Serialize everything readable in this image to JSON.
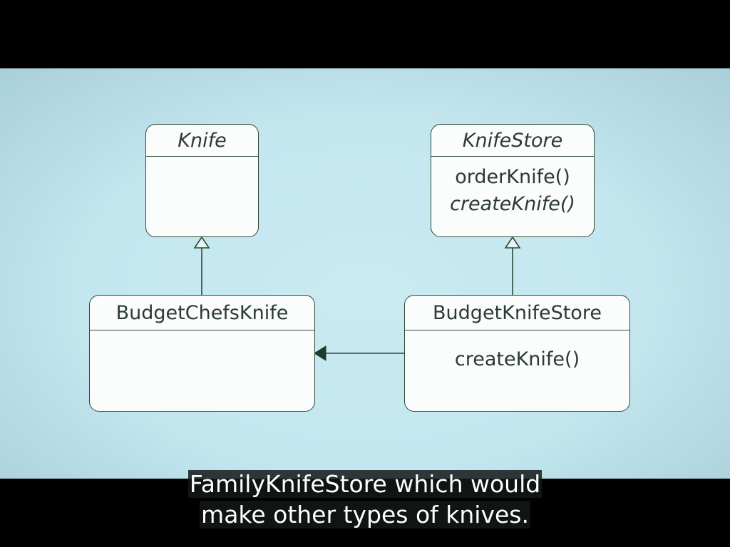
{
  "classes": {
    "knife": {
      "name": "Knife",
      "operations": []
    },
    "knife_store": {
      "name": "KnifeStore",
      "operations": [
        "orderKnife()",
        "createKnife()"
      ]
    },
    "budget_chefs_knife": {
      "name": "BudgetChefsKnife",
      "operations": []
    },
    "budget_knife_store": {
      "name": "BudgetKnifeStore",
      "operations": [
        "createKnife()"
      ]
    }
  },
  "caption": {
    "line1": "FamilyKnifeStore which would",
    "line2": "make other types of knives."
  },
  "colors": {
    "background": "#c3e6ef",
    "line": "#2c4a36",
    "box_fill": "#fbfcfc",
    "text": "#2b3b33"
  }
}
